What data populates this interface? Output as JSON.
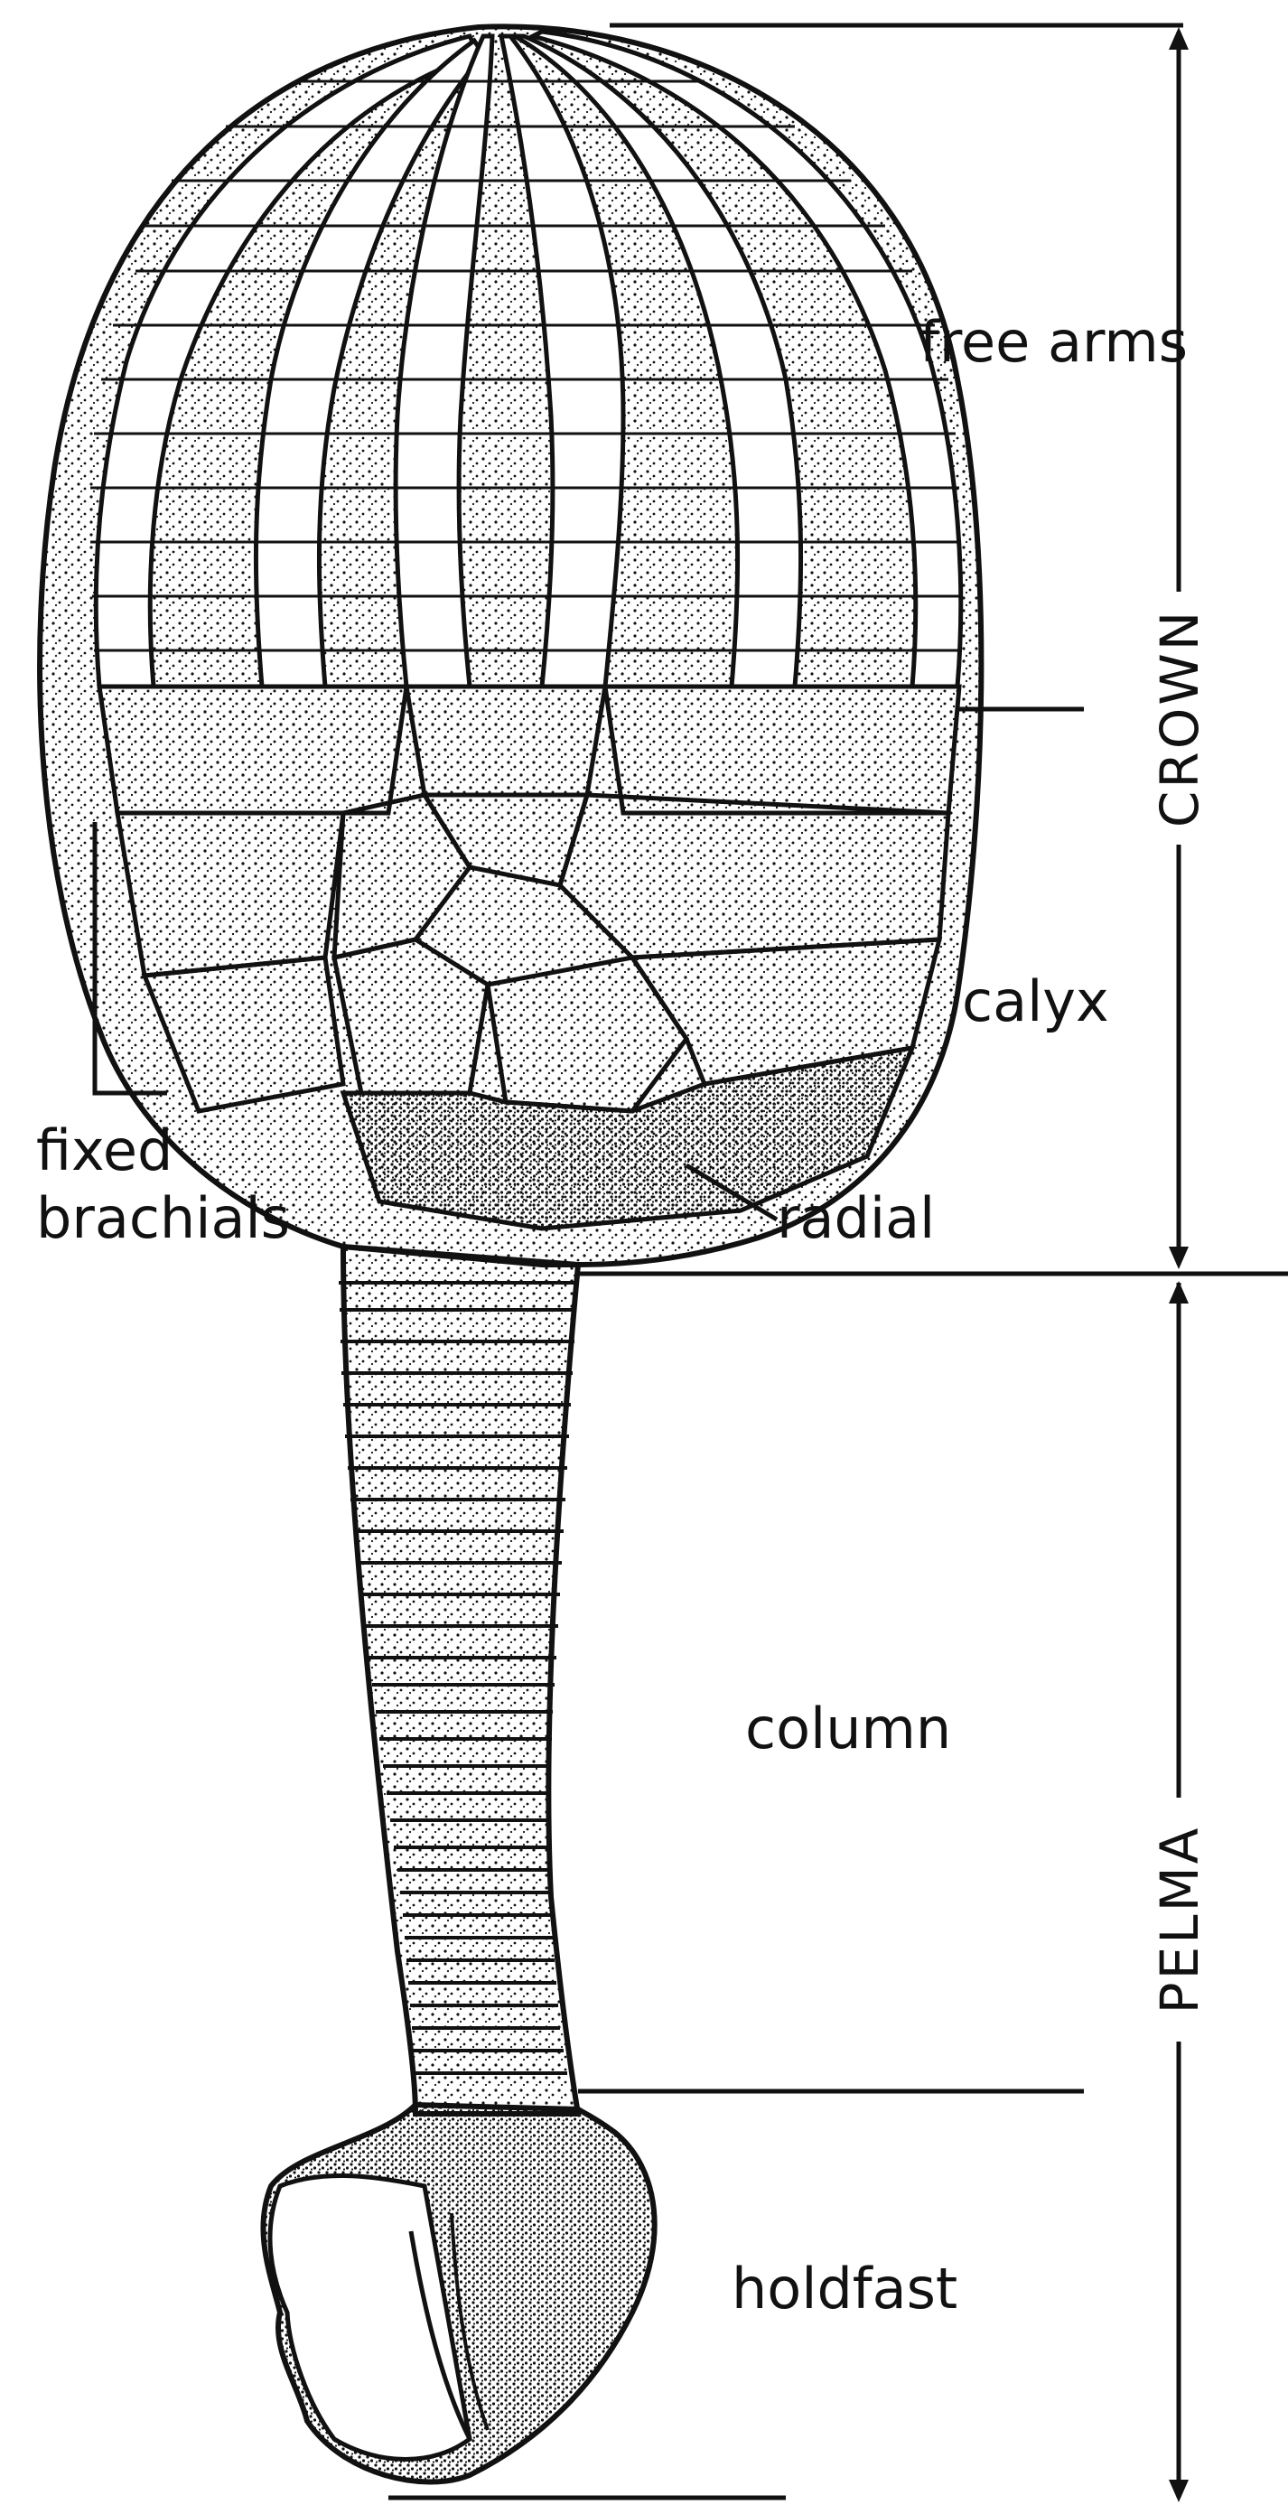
{
  "diagram": {
    "labels": {
      "free_arms": "free arms",
      "calyx": "calyx",
      "fixed_brachials_line1": "fixed",
      "fixed_brachials_line2": "brachials",
      "radial": "radial",
      "column": "column",
      "holdfast": "holdfast"
    },
    "brackets": {
      "crown": "CROWN",
      "pelma": "PELMA"
    }
  },
  "colors": {
    "ink": "#111111",
    "paper": "#ffffff"
  }
}
